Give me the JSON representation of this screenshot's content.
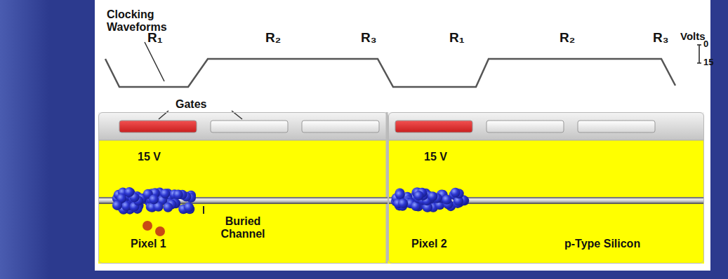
{
  "diagram": {
    "nodes": [
      {
        "text": [
          "15 V",
          "Pixel 1",
          "Buried Channel"
        ]
      },
      {
        "text": [
          "15 V",
          "Pixel 2",
          "p-Type Silicon"
        ]
      }
    ],
    "labels": [
      "Clocking Waveforms",
      "R₁",
      "R₂",
      "R₃",
      "R₁",
      "R₂",
      "R₃",
      "Volts",
      "0",
      "15",
      "Gates"
    ]
  }
}
